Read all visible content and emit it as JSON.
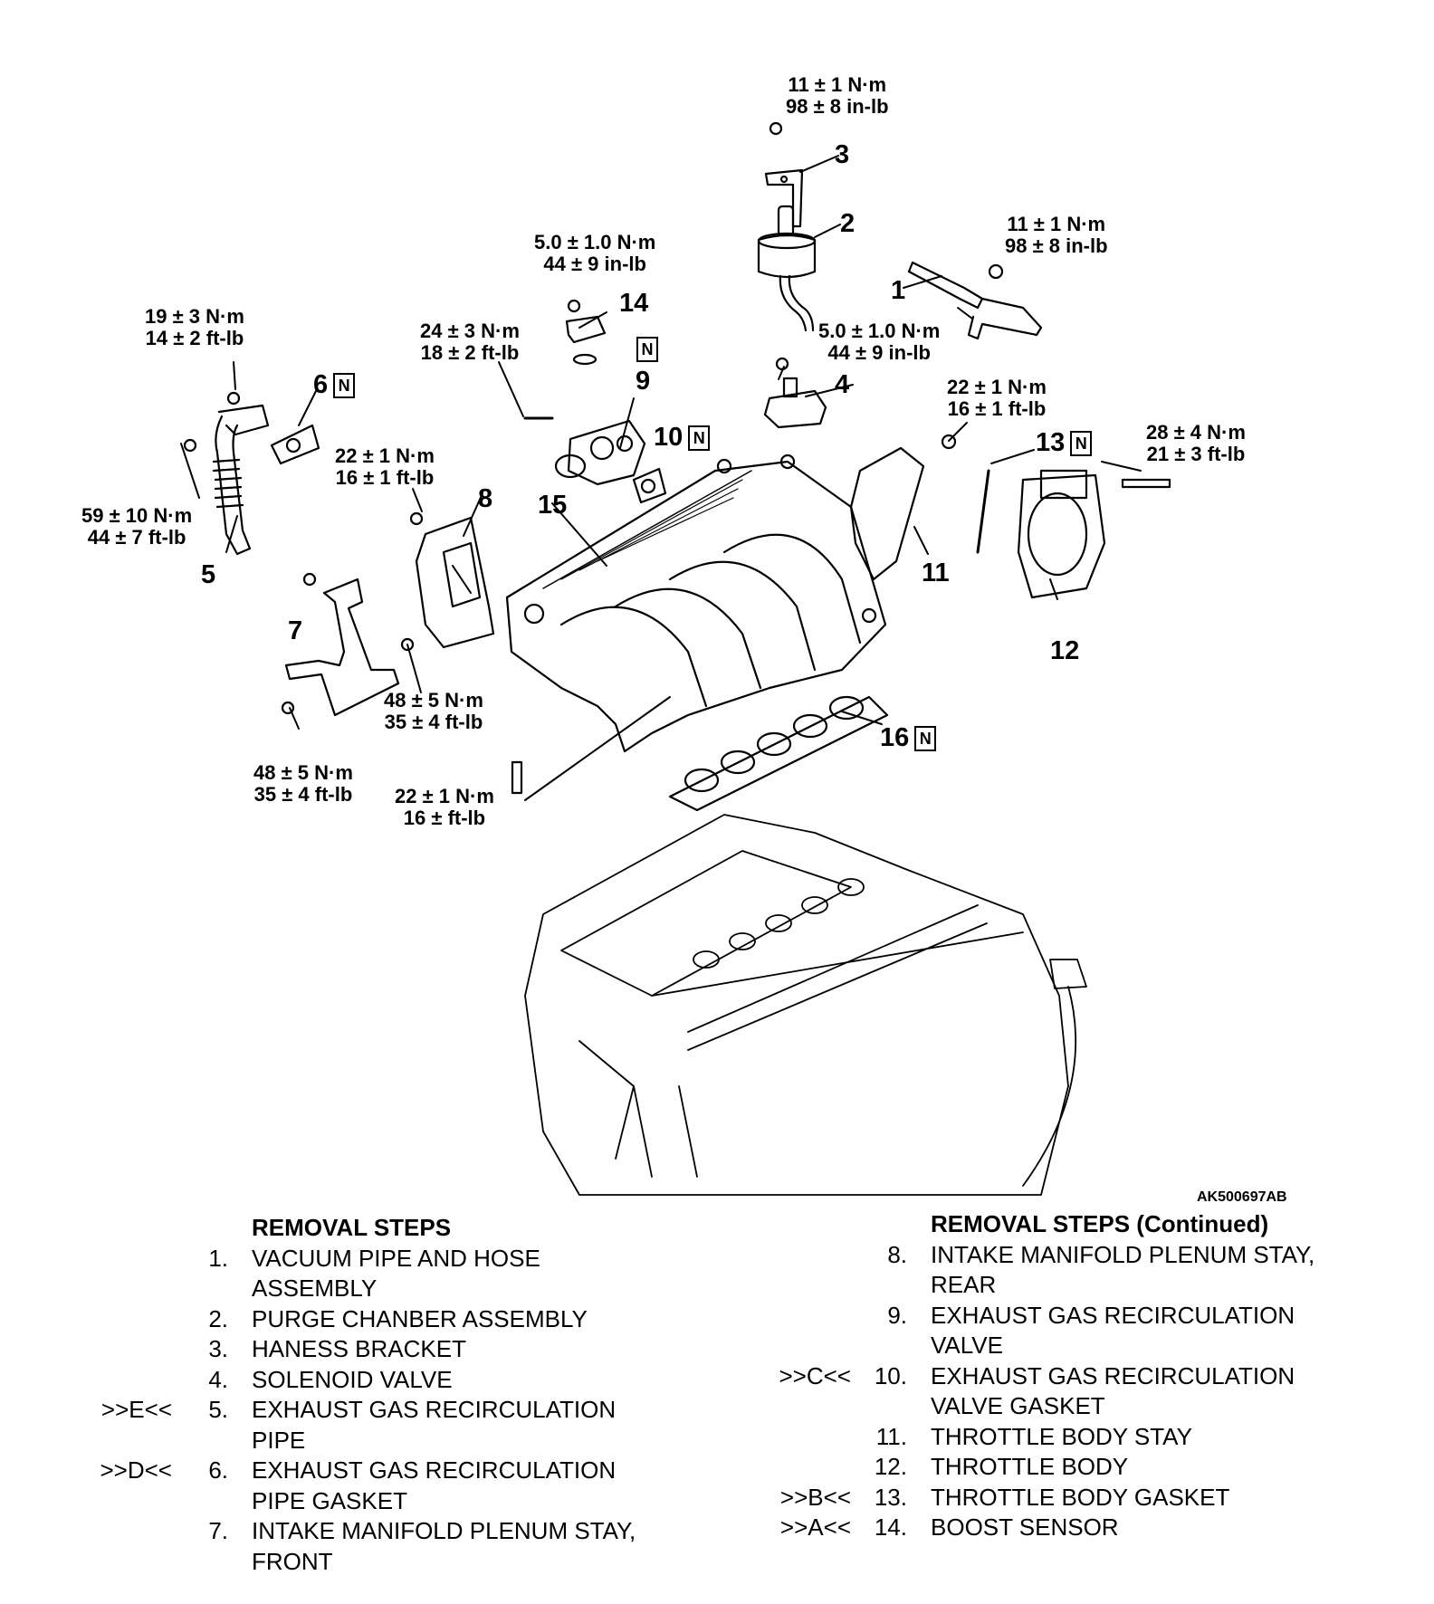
{
  "figure_id": "AK500697AB",
  "callouts": {
    "c1": "1",
    "c2": "2",
    "c3": "3",
    "c4": "4",
    "c5": "5",
    "c6": "6",
    "c7": "7",
    "c8": "8",
    "c9": "9",
    "c10": "10",
    "c11": "11",
    "c12": "12",
    "c13": "13",
    "c14": "14",
    "c15": "15",
    "c16": "16",
    "new_part_symbol": "N"
  },
  "torques": {
    "t3": [
      "11 ± 1 N·m",
      "98 ± 8 in-lb"
    ],
    "t1": [
      "11 ± 1 N·m",
      "98 ± 8 in-lb"
    ],
    "t14": [
      "5.0 ± 1.0 N·m",
      "44 ± 9 in-lb"
    ],
    "t4": [
      "5.0 ± 1.0 N·m",
      "44 ± 9 in-lb"
    ],
    "t5top": [
      "19 ± 3 N·m",
      "14 ± 2 ft-lb"
    ],
    "t9": [
      "24 ± 3 N·m",
      "18 ± 2 ft-lb"
    ],
    "t11": [
      "22 ± 1 N·m",
      "16 ± 1 ft-lb"
    ],
    "t12": [
      "28 ± 4 N·m",
      "21 ± 3 ft-lb"
    ],
    "t8": [
      "22 ± 1 N·m",
      "16 ± 1 ft-lb"
    ],
    "t5low": [
      "59 ± 10 N·m",
      "44 ± 7 ft-lb"
    ],
    "t8low": [
      "48 ± 5 N·m",
      "35 ± 4 ft-lb"
    ],
    "t7": [
      "48 ± 5 N·m",
      "35 ± 4 ft-lb"
    ],
    "t15": [
      "22 ± 1 N·m",
      "16 ±  ft-lb"
    ]
  },
  "removal_steps": {
    "heading": "REMOVAL STEPS",
    "heading_continued": "REMOVAL STEPS (Continued)",
    "left": [
      {
        "marker": "",
        "num": "1.",
        "lines": [
          "VACUUM PIPE AND HOSE",
          "ASSEMBLY"
        ]
      },
      {
        "marker": "",
        "num": "2.",
        "lines": [
          "PURGE CHANBER ASSEMBLY"
        ]
      },
      {
        "marker": "",
        "num": "3.",
        "lines": [
          "HANESS BRACKET"
        ]
      },
      {
        "marker": "",
        "num": "4.",
        "lines": [
          "SOLENOID VALVE"
        ]
      },
      {
        "marker": ">>E<<",
        "num": "5.",
        "lines": [
          "EXHAUST GAS RECIRCULATION",
          "PIPE"
        ]
      },
      {
        "marker": ">>D<<",
        "num": "6.",
        "lines": [
          "EXHAUST GAS RECIRCULATION",
          "PIPE GASKET"
        ]
      },
      {
        "marker": "",
        "num": "7.",
        "lines": [
          "INTAKE MANIFOLD PLENUM STAY,",
          "FRONT"
        ]
      }
    ],
    "right": [
      {
        "marker": "",
        "num": "8.",
        "lines": [
          "INTAKE MANIFOLD PLENUM STAY,",
          "REAR"
        ]
      },
      {
        "marker": "",
        "num": "9.",
        "lines": [
          "EXHAUST GAS RECIRCULATION",
          "VALVE"
        ]
      },
      {
        "marker": ">>C<<",
        "num": "10.",
        "lines": [
          "EXHAUST GAS RECIRCULATION",
          "VALVE GASKET"
        ]
      },
      {
        "marker": "",
        "num": "11.",
        "lines": [
          "THROTTLE BODY STAY"
        ]
      },
      {
        "marker": "",
        "num": "12.",
        "lines": [
          "THROTTLE BODY"
        ]
      },
      {
        "marker": ">>B<<",
        "num": "13.",
        "lines": [
          "THROTTLE BODY GASKET"
        ]
      },
      {
        "marker": ">>A<<",
        "num": "14.",
        "lines": [
          "BOOST SENSOR"
        ]
      }
    ]
  }
}
